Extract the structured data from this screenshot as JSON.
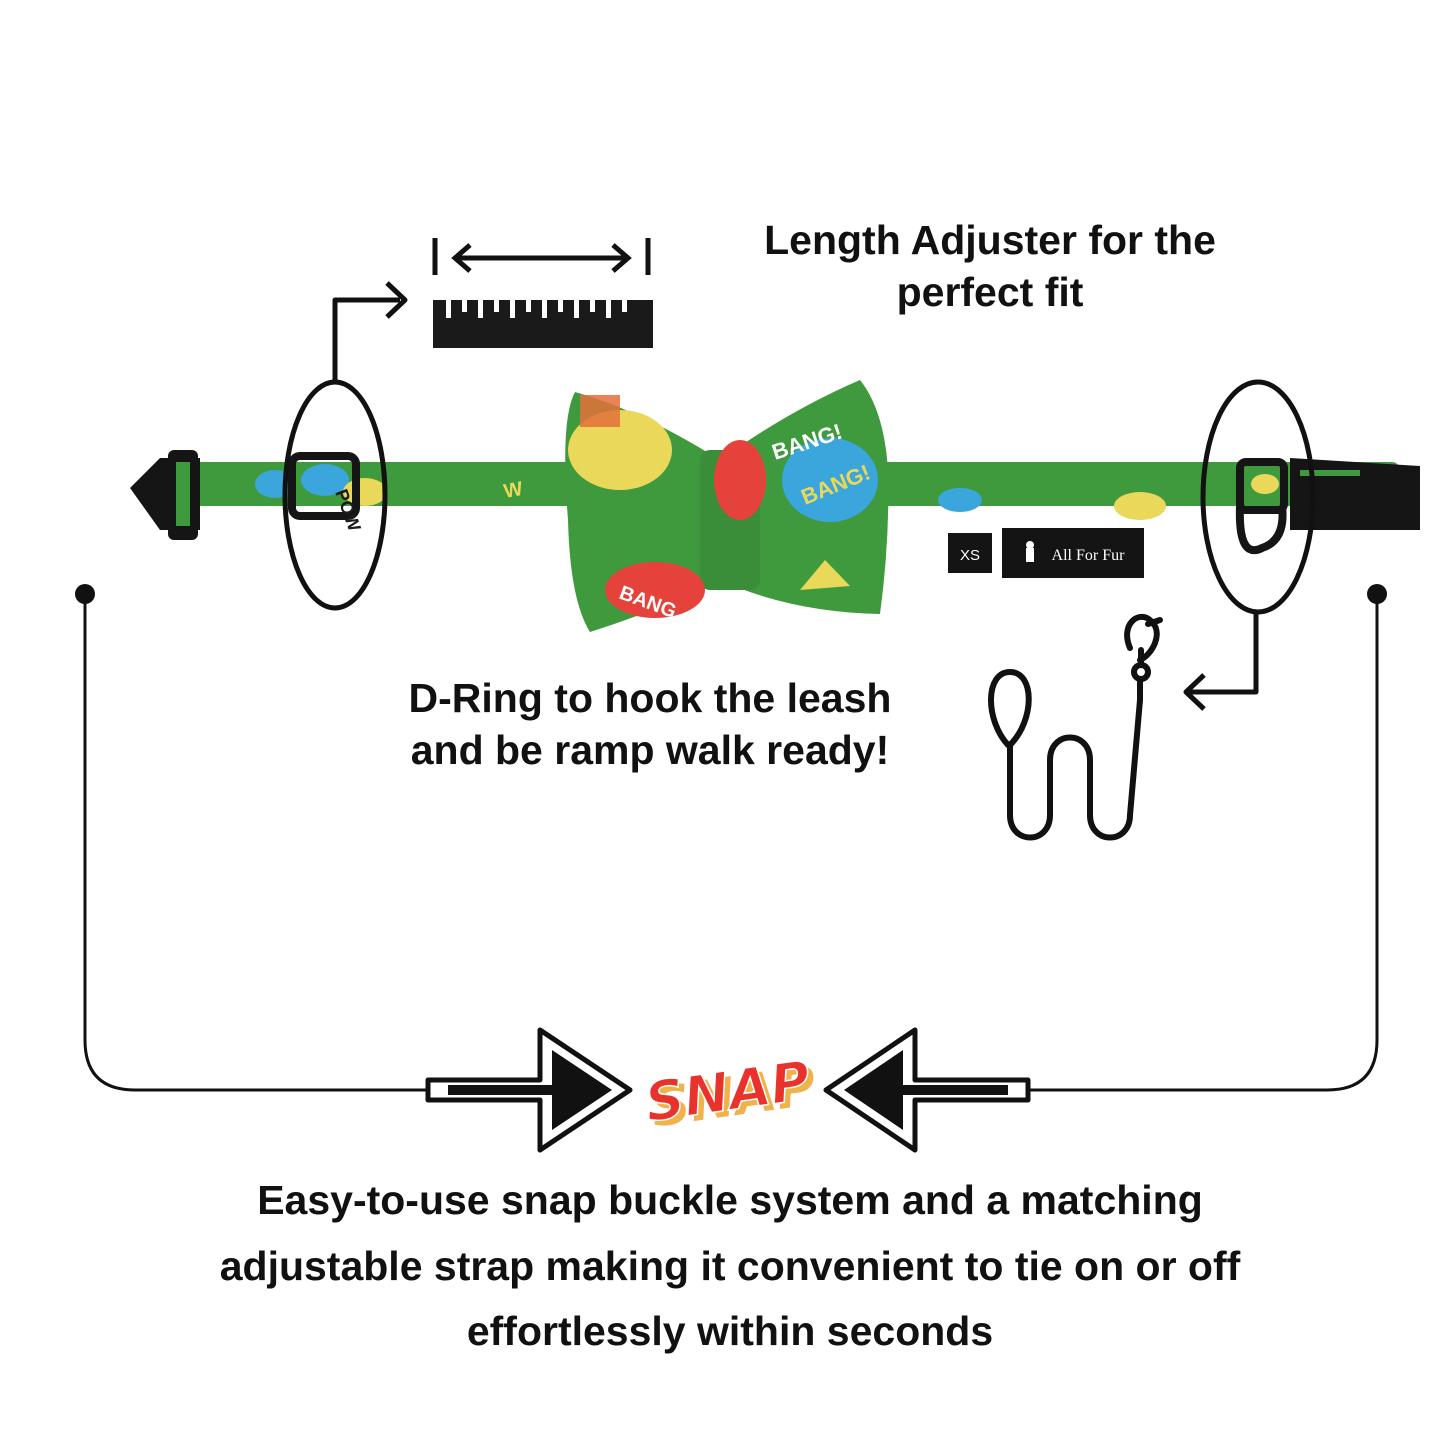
{
  "callouts": {
    "length_adjuster": "Length Adjuster for the\nperfect fit",
    "d_ring": "D-Ring to hook the leash\nand be ramp walk ready!",
    "snap_buckle": "Easy-to-use snap buckle system and a matching\nadjustable strap making it convenient to tie on or off\neffortlessly within seconds"
  },
  "product": {
    "size_tag": "XS",
    "brand_tag": "All For Fur",
    "print_words": [
      "BANG!",
      "BANG!",
      "BANG",
      "POW"
    ]
  },
  "snap_word": "SNAP",
  "colors": {
    "strap_green": "#3f9a3e",
    "comic_red": "#e4423b",
    "comic_blue": "#3aa6db",
    "comic_yellow": "#e9d85a",
    "snap_red": "#e8322b",
    "snap_shadow": "#f0b24a",
    "ink": "#111111"
  },
  "icons": [
    "ruler-icon",
    "double-arrow-icon",
    "leash-icon",
    "pointer-arrow-icon"
  ]
}
